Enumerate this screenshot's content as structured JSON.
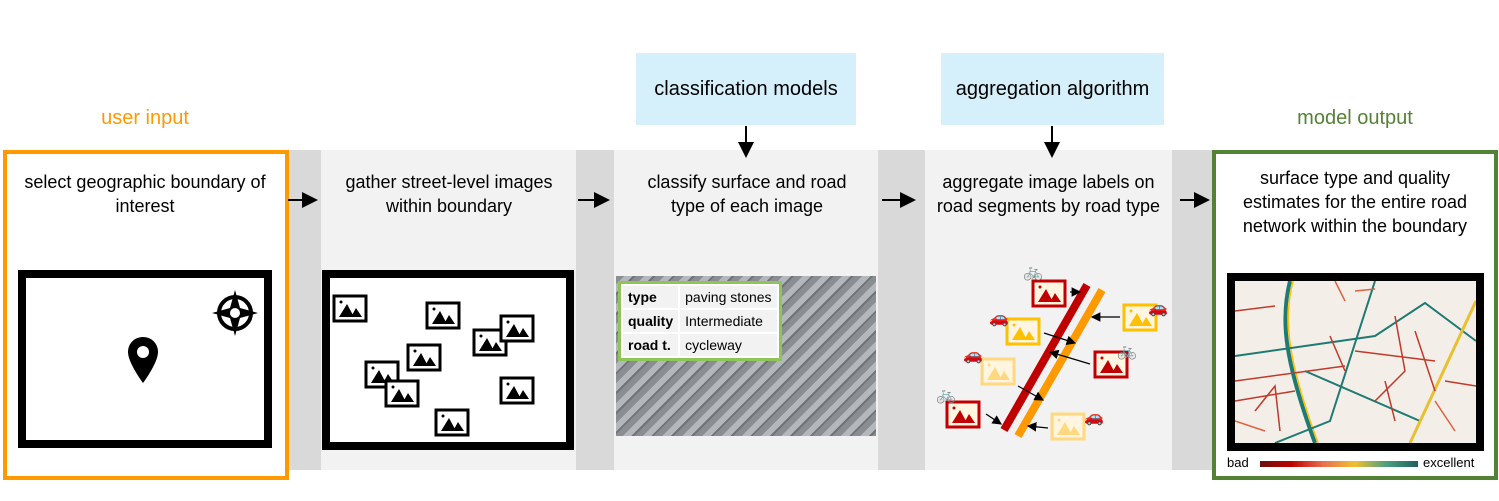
{
  "labels": {
    "user_input": "user input",
    "model_output": "model output"
  },
  "models": {
    "classification": "classification models",
    "aggregation": "aggregation algorithm"
  },
  "steps": [
    {
      "text": "select geographic boundary of interest"
    },
    {
      "text": "gather street-level images within boundary"
    },
    {
      "text": "classify surface and road type of each image"
    },
    {
      "text": "aggregate image labels on road segments by road type"
    },
    {
      "text": "surface type and quality estimates for the entire road network within the boundary"
    }
  ],
  "classification_table": {
    "rows": [
      {
        "key": "type",
        "value": "paving stones"
      },
      {
        "key": "quality",
        "value": "Intermediate"
      },
      {
        "key": "road t.",
        "value": "cycleway"
      }
    ]
  },
  "legend": {
    "low": "bad",
    "high": "excellent"
  },
  "colors": {
    "input": "#ff9900",
    "output": "#548235",
    "bad": "#c00000",
    "mid": "#ffc000",
    "good": "#1f7a73",
    "orange": "#ff9900",
    "blue": "#d5f0fb"
  }
}
